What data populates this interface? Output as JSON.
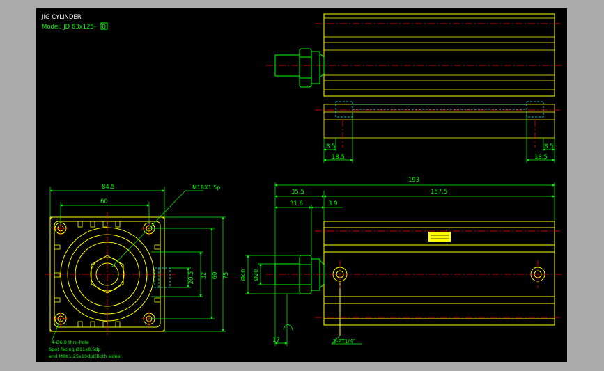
{
  "drawing": {
    "title": "JIG CYLINDER",
    "model": "Model: JD 63x125-",
    "model_suffix": "B"
  },
  "top_view": {
    "dims": [
      "8.5",
      "18.5",
      "8.5",
      "18.5"
    ]
  },
  "front_view": {
    "dims": {
      "width_a": "84.5",
      "width_b": "60",
      "h1": "20.5",
      "h2": "32",
      "h3": "60",
      "h4": "75"
    },
    "thread_note": "M18X1.5p",
    "notes": [
      "4-Ø6.8 thru-hole",
      "Spot facing Ø11x8.5dp",
      "and M8X1.25x10dpt(Both sides)"
    ]
  },
  "side_view": {
    "dims": {
      "total": "193",
      "rod_ext": "35.5",
      "body": "157.5",
      "a": "31.6",
      "b": "3.9",
      "dia_a": "Ø40",
      "dia_b": "Ø20",
      "bot": "17"
    },
    "port_note": "2-PT1/4\""
  },
  "colors": {
    "bg": "#000000",
    "yellow": "#ffff00",
    "green": "#00ff00",
    "red": "#ff0000",
    "cyan": "#00ffff",
    "frame": "#ababab"
  }
}
